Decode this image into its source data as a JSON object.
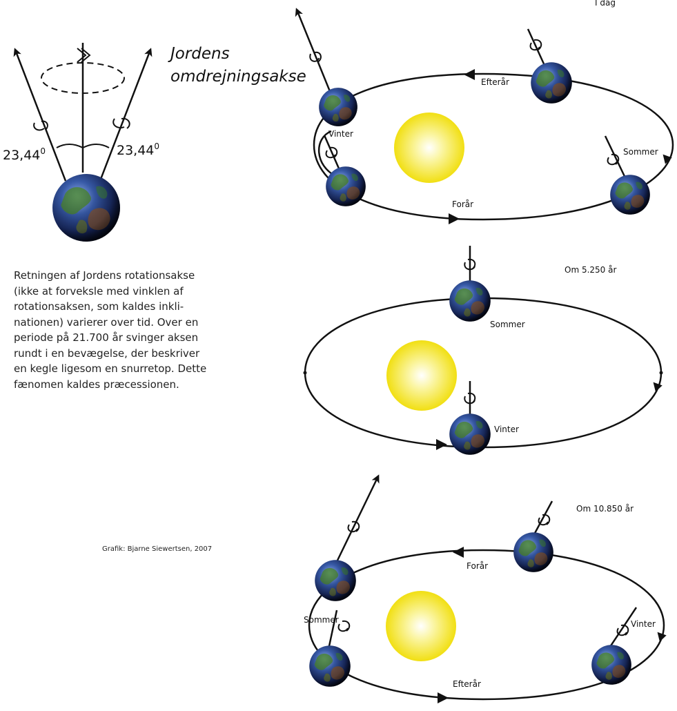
{
  "top_left": {
    "axis_title_line1": "Jordens",
    "axis_title_line2": "omdrejningsakse",
    "angle_left": "23,44",
    "angle_right": "23,44",
    "degree_mark": "0"
  },
  "description": {
    "lines": [
      "Retningen af Jordens rotationsakse",
      "(ikke at forveksle med vinklen af",
      "rotationsaksen, som kaldes inkli-",
      "nationen) varierer over tid. Over en",
      "periode på 21.700 år svinger aksen",
      "rundt i en bevægelse, der beskriver",
      "en kegle ligesom en snurretop. Dette",
      "fænomen kaldes præcessionen."
    ]
  },
  "credit": "Grafik: Bjarne Siewertsen, 2007",
  "orbit1": {
    "title": "I dag",
    "season_top": "Efterår",
    "season_left": "Vinter",
    "season_bottom": "Forår",
    "season_right": "Sommer"
  },
  "orbit2": {
    "title": "Om 5.250 år",
    "season_top": "Sommer",
    "season_bottom": "Vinter"
  },
  "orbit3": {
    "title": "Om 10.850 år",
    "season_top": "Forår",
    "season_left": "Sommer",
    "season_bottom": "Efterår",
    "season_right": "Vinter"
  },
  "colors": {
    "sun_center": "#fffbe8",
    "sun_edge": "#f5e41a",
    "earth_ocean": "#3b5fb0",
    "earth_land": "#5b8f3e",
    "earth_dark": "#0d1530",
    "line": "#111111"
  }
}
